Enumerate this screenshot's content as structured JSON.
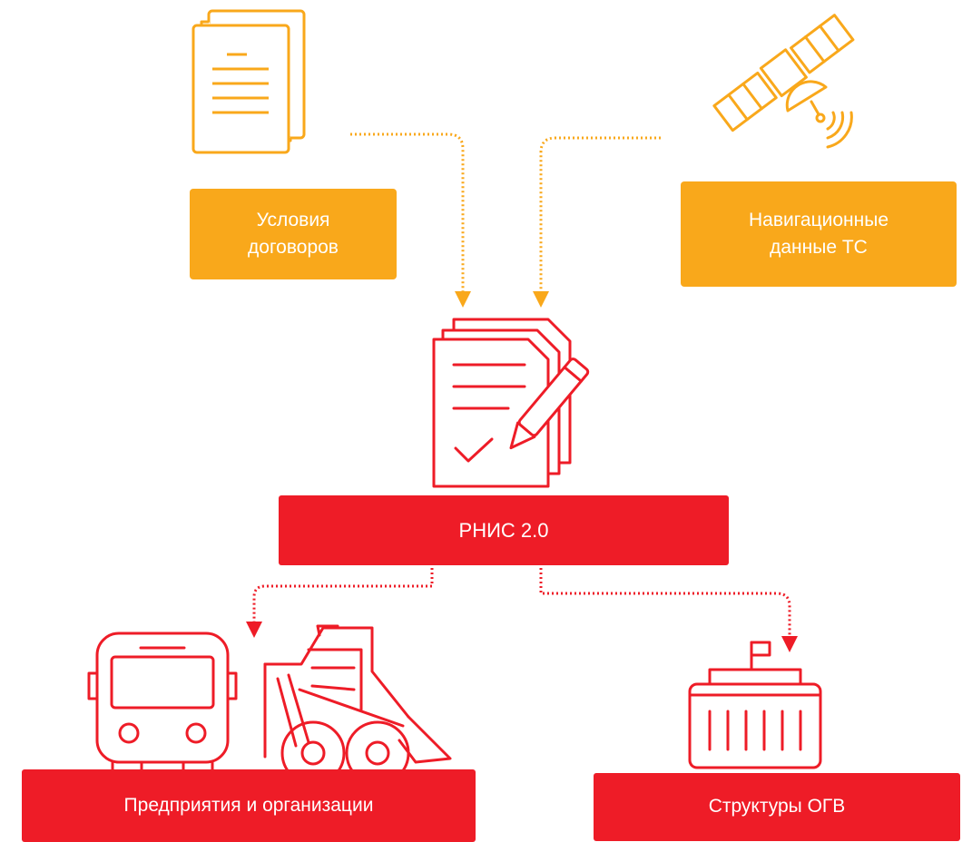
{
  "colors": {
    "orange": "#f9a81b",
    "red": "#ee1c27",
    "background": "#ffffff"
  },
  "nodes": {
    "contracts": {
      "label": "Условия\nдоговоров",
      "icon": "documents-icon"
    },
    "navigation": {
      "label": "Навигационные\nданные  ТС",
      "icon": "satellite-icon"
    },
    "rnis": {
      "label": "РНИС 2.0",
      "icon": "signed-document-icon"
    },
    "organizations": {
      "label": "Предприятия  и  организации",
      "icons": [
        "bus-icon",
        "loader-icon"
      ]
    },
    "ogv": {
      "label": "Структуры ОГВ",
      "icon": "government-building-icon"
    }
  },
  "edges": [
    {
      "from": "contracts",
      "to": "rnis",
      "style": "dotted"
    },
    {
      "from": "navigation",
      "to": "rnis",
      "style": "dotted"
    },
    {
      "from": "rnis",
      "to": "organizations",
      "style": "dotted"
    },
    {
      "from": "rnis",
      "to": "ogv",
      "style": "dotted"
    }
  ]
}
